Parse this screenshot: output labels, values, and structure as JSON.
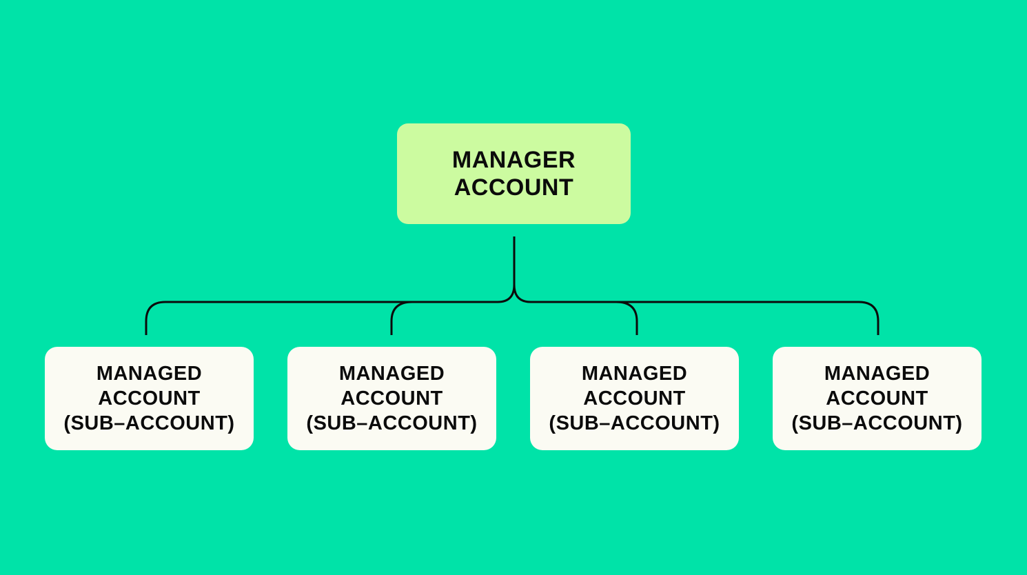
{
  "diagram": {
    "manager": {
      "line1": "MANAGER",
      "line2": "ACCOUNT"
    },
    "managed_accounts": [
      {
        "line1": "MANAGED",
        "line2": "ACCOUNT",
        "line3": "(SUB–ACCOUNT)"
      },
      {
        "line1": "MANAGED",
        "line2": "ACCOUNT",
        "line3": "(SUB–ACCOUNT)"
      },
      {
        "line1": "MANAGED",
        "line2": "ACCOUNT",
        "line3": "(SUB–ACCOUNT)"
      },
      {
        "line1": "MANAGED",
        "line2": "ACCOUNT",
        "line3": "(SUB–ACCOUNT)"
      }
    ]
  },
  "colors": {
    "background": "#00e3a8",
    "manager_box": "#ccfba0",
    "managed_box": "#fbfbf3",
    "connector": "#0b0b0b"
  }
}
